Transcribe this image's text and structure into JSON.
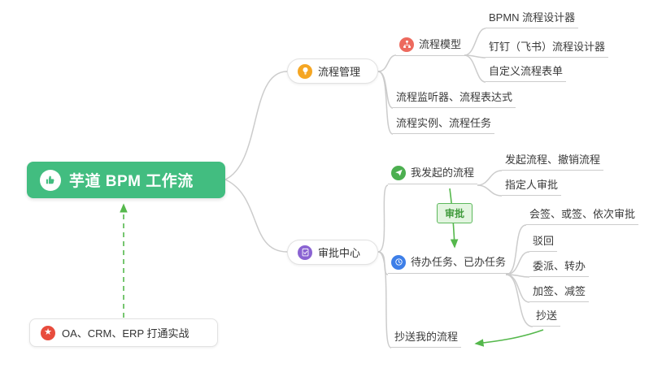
{
  "root": {
    "label": "芋道 BPM 工作流",
    "icon": "thumbs-up-icon"
  },
  "nodes": {
    "process_management": "流程管理",
    "process_model": "流程模型",
    "bpmn_designer": "BPMN 流程设计器",
    "dingtalk_designer": "钉钉（飞书）流程设计器",
    "custom_form": "自定义流程表单",
    "listener_expression": "流程监听器、流程表达式",
    "instance_task": "流程实例、流程任务",
    "approval_center": "审批中心",
    "my_initiated": "我发起的流程",
    "initiate_cancel": "发起流程、撤销流程",
    "assignee_approval": "指定人审批",
    "todo_done": "待办任务、已办任务",
    "countersign": "会签、或签、依次审批",
    "reject": "驳回",
    "delegate_transfer": "委派、转办",
    "add_remove_sign": "加签、减签",
    "cc": "抄送",
    "cc_my_process": "抄送我的流程",
    "relation_label": "审批",
    "bottom_note": "OA、CRM、ERP 打通实战"
  },
  "icons": {
    "root": "thumbs-up-icon",
    "process_management": "lightbulb-icon",
    "process_model": "flow-model-icon",
    "approval_center": "clipboard-check-icon",
    "my_initiated": "paper-plane-icon",
    "todo_done": "clock-icon",
    "bottom_note": "star-icon"
  },
  "colors": {
    "root_bg": "#42BD80",
    "branch_line": "#cccccc",
    "arrow_green": "#55B84C",
    "lightbulb_bg": "#F5A623",
    "model_bg": "#ED6A5E",
    "approval_bg": "#8A63D2",
    "initiated_bg": "#4CAF50",
    "todo_bg": "#3E7FE8",
    "star_bg": "#E84C3D"
  }
}
